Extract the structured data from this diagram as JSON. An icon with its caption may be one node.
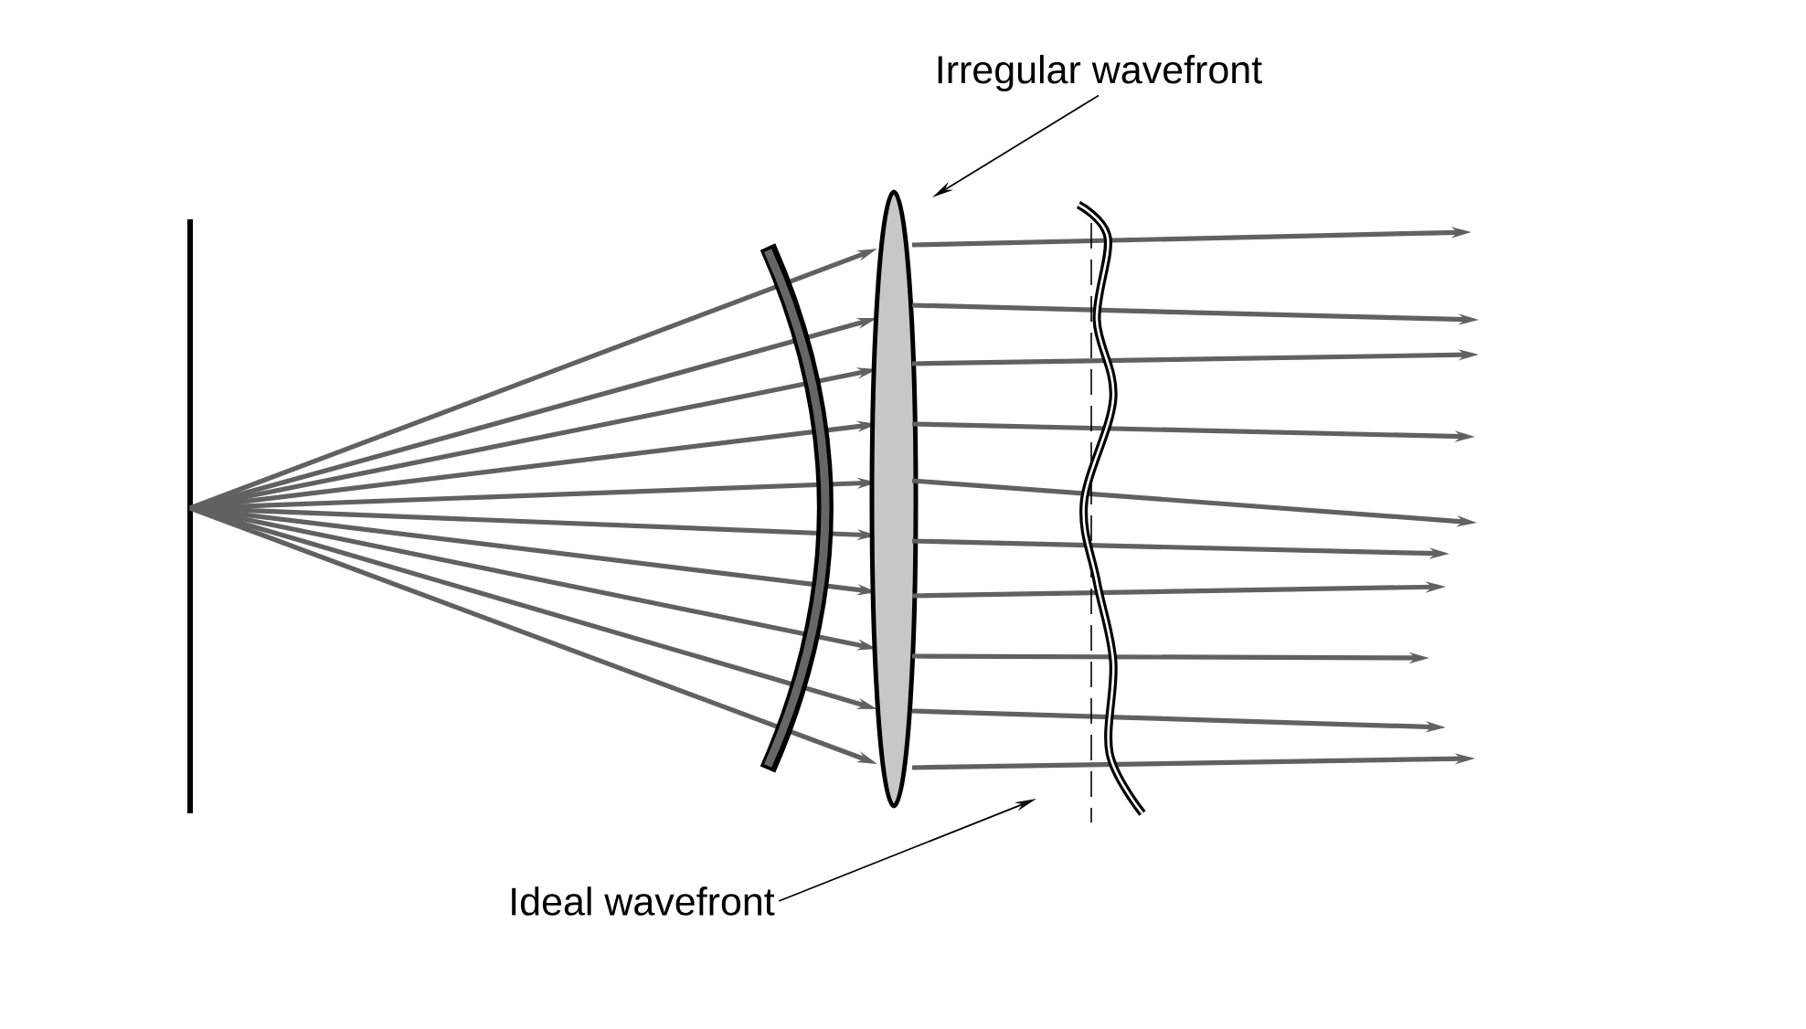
{
  "diagram": {
    "nodes": [
      {
        "text": [
          "Irregular wavefront"
        ]
      },
      {
        "text": [
          "Ideal wavefront"
        ]
      }
    ],
    "edges": [
      {
        "from": 0,
        "to": null,
        "arrow": "to"
      },
      {
        "from": 1,
        "to": null,
        "arrow": "to"
      }
    ]
  }
}
